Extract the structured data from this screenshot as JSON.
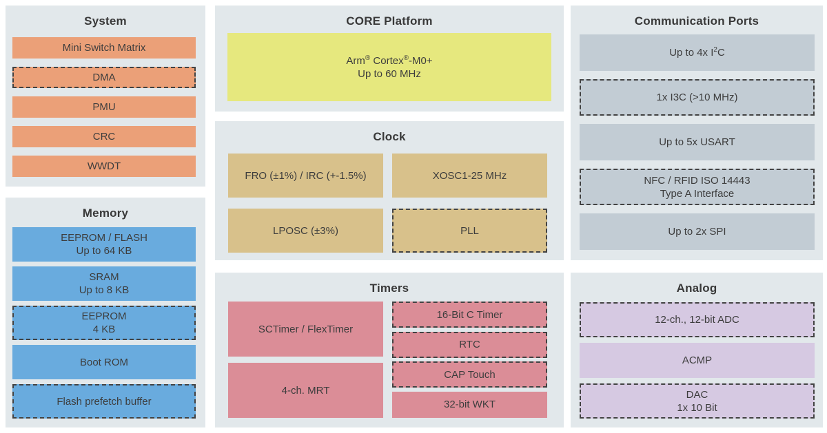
{
  "colors": {
    "panel_background": "#e2e8eb",
    "system_block": "#eba078",
    "memory_block": "#69abde",
    "core_block": "#e6e87e",
    "clock_block": "#d8c18b",
    "timers_block": "#db8d97",
    "comm_block": "#c2ccd4",
    "analog_block": "#d6c9e2",
    "text": "#3d3d3d",
    "dashed_border": "#424242"
  },
  "sections": {
    "system": {
      "title": "System",
      "items": [
        {
          "label": "Mini Switch Matrix",
          "dashed": false
        },
        {
          "label": "DMA",
          "dashed": true
        },
        {
          "label": "PMU",
          "dashed": false
        },
        {
          "label": "CRC",
          "dashed": false
        },
        {
          "label": "WWDT",
          "dashed": false
        }
      ]
    },
    "memory": {
      "title": "Memory",
      "items": [
        {
          "label": "EEPROM / FLASH",
          "label2": "Up to 64 KB",
          "dashed": false
        },
        {
          "label": "SRAM",
          "label2": "Up to 8 KB",
          "dashed": false
        },
        {
          "label": "EEPROM",
          "label2": "4 KB",
          "dashed": true
        },
        {
          "label": "Boot ROM",
          "dashed": false
        },
        {
          "label": "Flash prefetch buffer",
          "dashed": true
        }
      ]
    },
    "core": {
      "title": "CORE Platform",
      "cpu": {
        "brand1": "Arm",
        "reg1": "®",
        "brand2": " Cortex",
        "reg2": "®",
        "brand3": "-M0+",
        "line2": "Up to 60 MHz",
        "dashed": false
      }
    },
    "clock": {
      "title": "Clock",
      "items": [
        {
          "label": "FRO (±1%) / IRC (+-1.5%)",
          "dashed": false
        },
        {
          "label": "XOSC1-25 MHz",
          "dashed": false
        },
        {
          "label": "LPOSC (±3%)",
          "dashed": false
        },
        {
          "label": "PLL",
          "dashed": true
        }
      ]
    },
    "timers": {
      "title": "Timers",
      "left_items": [
        {
          "label": "SCTimer / FlexTimer",
          "dashed": false
        },
        {
          "label": "4-ch. MRT",
          "dashed": false
        }
      ],
      "right_items": [
        {
          "label": "16-Bit C Timer",
          "dashed": true
        },
        {
          "label": "RTC",
          "dashed": true
        },
        {
          "label": "CAP Touch",
          "dashed": true
        },
        {
          "label": "32-bit WKT",
          "dashed": false
        }
      ]
    },
    "comm": {
      "title": "Communication Ports",
      "items": [
        {
          "label_pre": "Up to 4x I",
          "label_sup": "2",
          "label_post": "C",
          "dashed": false
        },
        {
          "label": "1x I3C (>10 MHz)",
          "dashed": true
        },
        {
          "label": "Up to 5x USART",
          "dashed": false
        },
        {
          "label": "NFC / RFID ISO 14443",
          "label2": "Type A Interface",
          "dashed": true
        },
        {
          "label": "Up to 2x SPI",
          "dashed": false
        }
      ]
    },
    "analog": {
      "title": "Analog",
      "items": [
        {
          "label": "12-ch., 12-bit ADC",
          "dashed": true
        },
        {
          "label": "ACMP",
          "dashed": false
        },
        {
          "label": "DAC",
          "label2": "1x 10 Bit",
          "dashed": true
        }
      ]
    }
  }
}
